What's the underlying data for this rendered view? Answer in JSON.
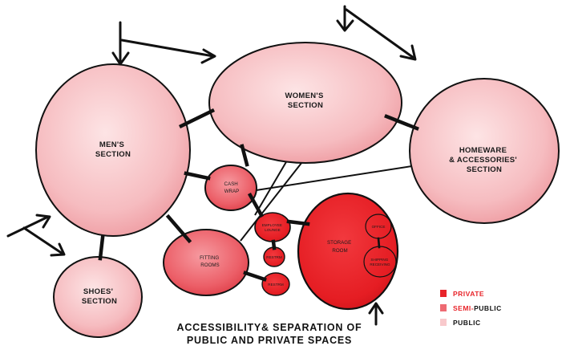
{
  "zones": {
    "mens": "MEN'S SECTION",
    "womens": "WOMEN'S SECTION",
    "homeware": "HOMEWARE & ACCESSORIES' SECTION",
    "shoes": "SHOES' SECTION",
    "cash_wrap": "CASH WRAP",
    "fitting_rooms": "FITTING ROOMS",
    "employee_lounge": "EMPLOYEE LOUNGE",
    "restrm_upper": "RESTRM",
    "restrm_lower": "RESTRM",
    "storage_room": "STORAGE ROOM",
    "office": "OFFICE",
    "shipping_receiving": "SHIPPING RECEIVING"
  },
  "title": {
    "line1": "ACCESSIBILITY& SEPARATION OF",
    "line2": "PUBLIC AND PRIVATE SPACES"
  },
  "legend": {
    "private": {
      "accent": "PRIVATE",
      "color": "#e8242a"
    },
    "semi_public": {
      "accent": "SEMI-",
      "rest": "PUBLIC",
      "color": "#ee6a72"
    },
    "public": {
      "label": "PUBLIC",
      "color": "#f8c9cc"
    }
  },
  "colors": {
    "public_fill": "#f7c3c6",
    "semi_public_fill": "#ee6a72",
    "private_fill": "#e8242a",
    "outline": "#111111"
  }
}
